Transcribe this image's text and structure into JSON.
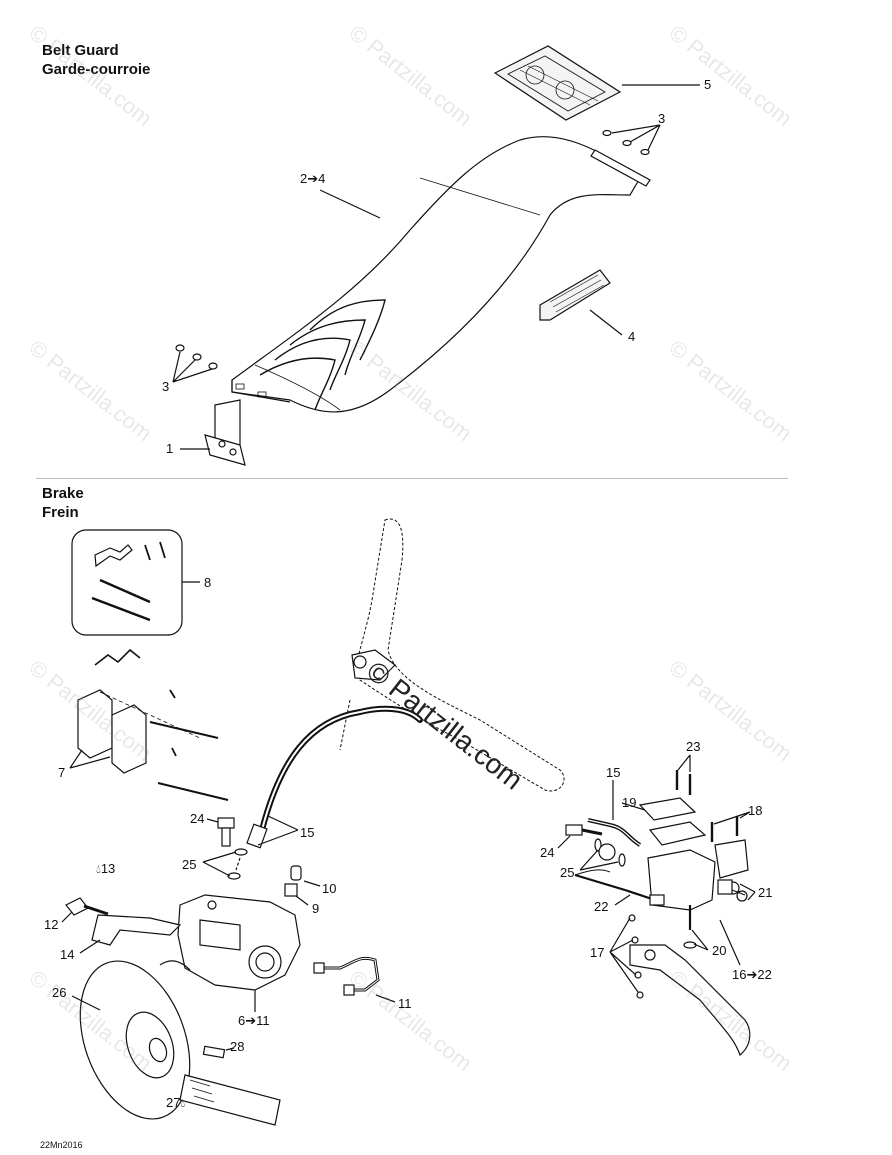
{
  "sections": {
    "belt_guard": {
      "title_en": "Belt Guard",
      "title_fr": "Garde-courroie"
    },
    "brake": {
      "title_en": "Brake",
      "title_fr": "Frein"
    }
  },
  "callouts": {
    "c1": "1",
    "c2to4": "2➔4",
    "c3_top": "3",
    "c3_left": "3",
    "c4": "4",
    "c5": "5",
    "c6to11": "6➔11",
    "c7": "7",
    "c8": "8",
    "c9": "9",
    "c10": "10",
    "c11": "11",
    "c12": "12",
    "c13": "13",
    "c14": "14",
    "c15_left": "15",
    "c15_right": "15",
    "c16to22": "16➔22",
    "c17": "17",
    "c18": "18",
    "c19": "19",
    "c20": "20",
    "c21": "21",
    "c22": "22",
    "c23": "23",
    "c24_left": "24",
    "c24_right": "24",
    "c25_left": "25",
    "c25_right": "25",
    "c26": "26",
    "c27": "27",
    "c28": "28"
  },
  "watermark": "© Partzilla.com",
  "watermark_center": "© Partzilla.com",
  "figure_code": "22Mn2016",
  "icons": {
    "lubricant": "oil-drop-icon",
    "arrow": "arrow-right-icon"
  },
  "colors": {
    "line": "#111111",
    "divider": "#bbbbbb",
    "watermark": "#969696"
  }
}
